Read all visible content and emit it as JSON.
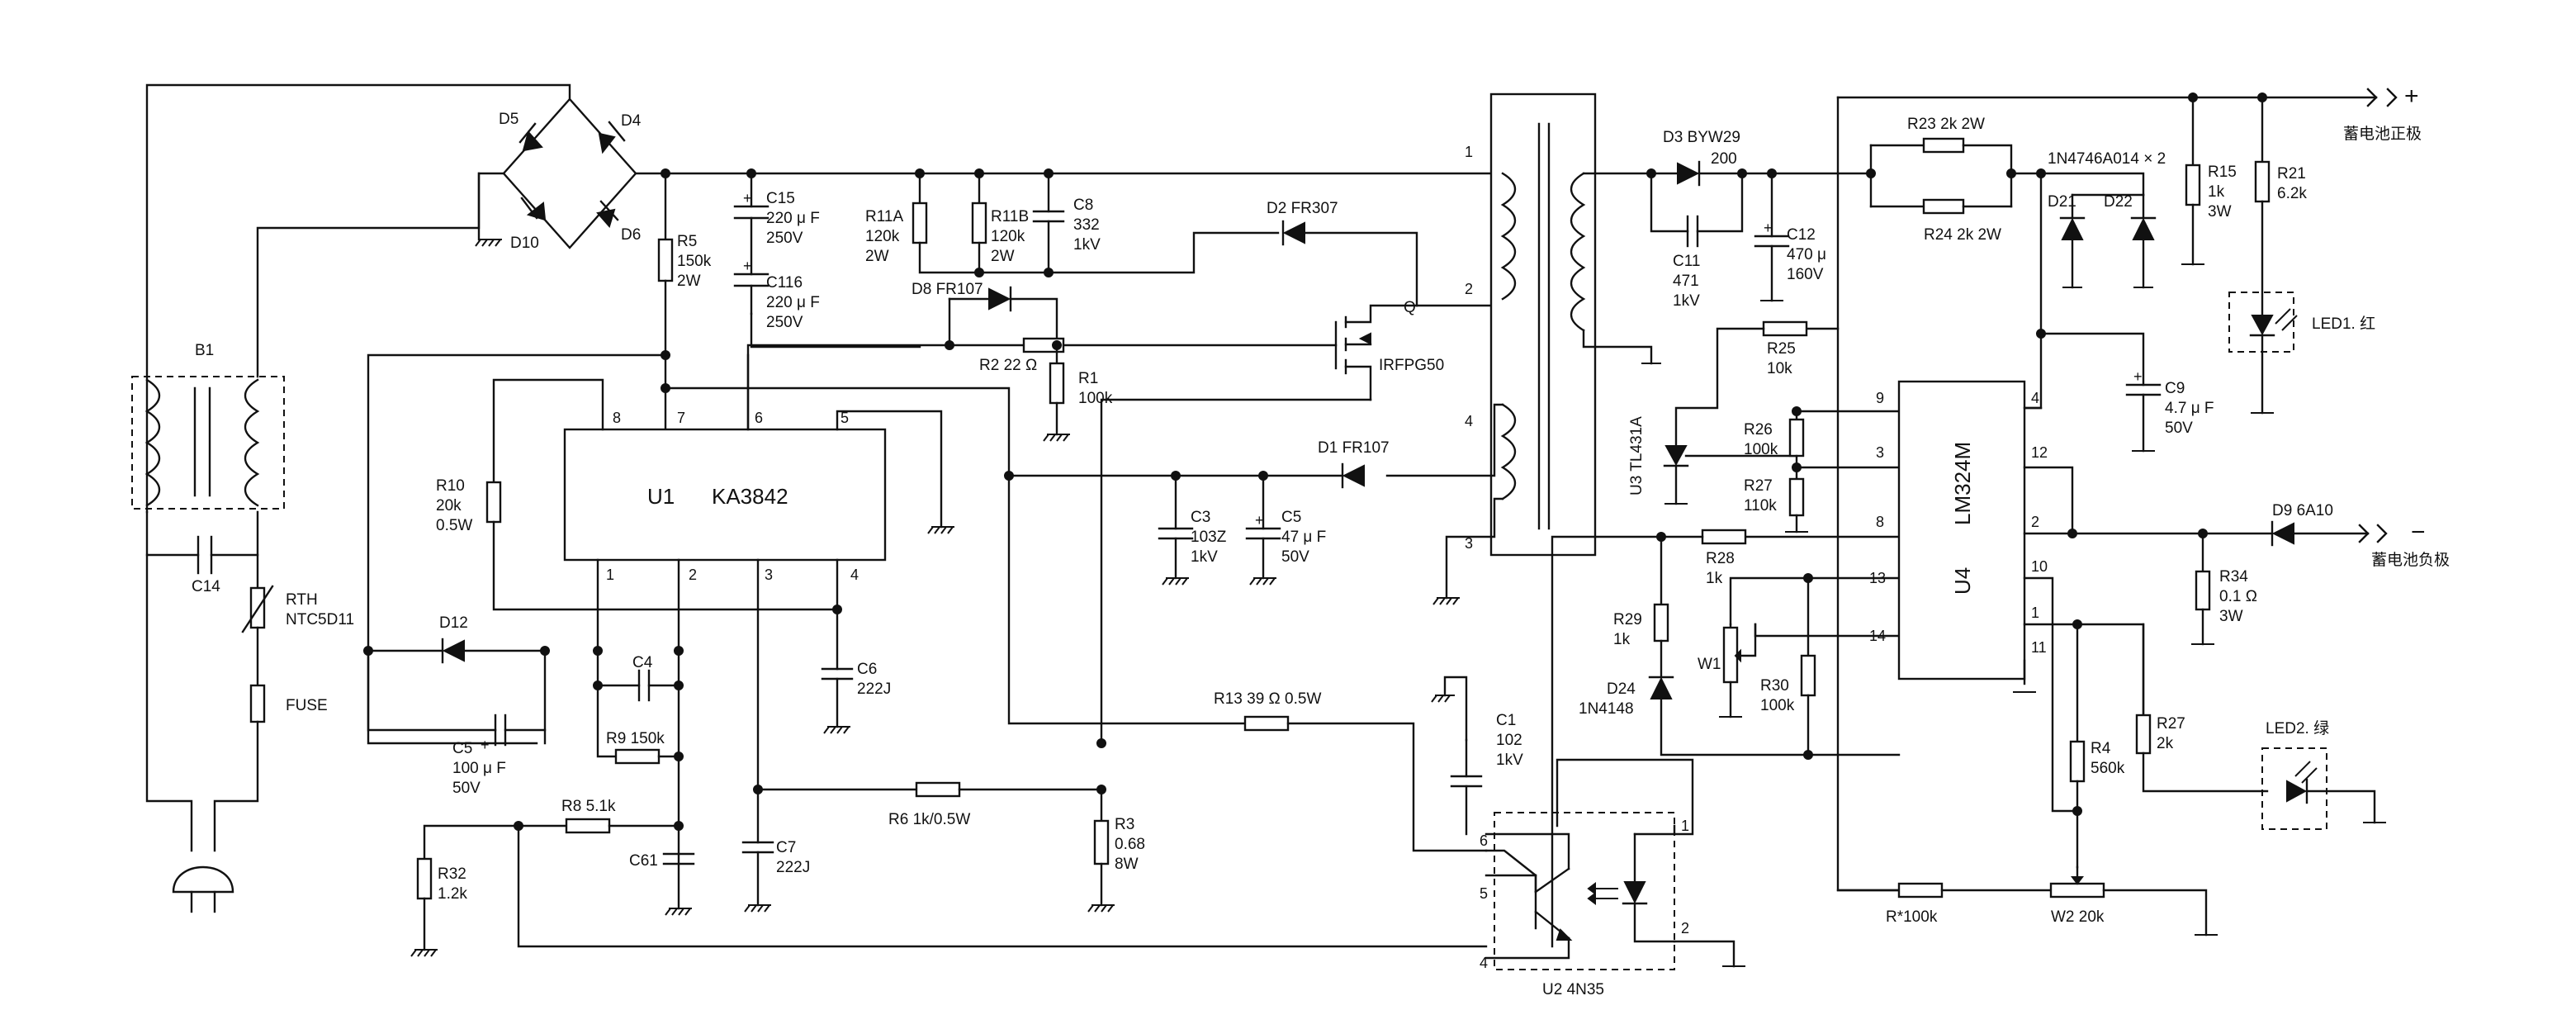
{
  "diagram": {
    "components": {
      "B1": "B1",
      "C14": "C14",
      "RTH": "RTH",
      "RTH_value": "NTC5D11",
      "FUSE": "FUSE",
      "D5": "D5",
      "D4": "D4",
      "D10": "D10",
      "D6": "D6",
      "R5": "R5",
      "R5_v1": "150k",
      "R5_v2": "2W",
      "C15": "C15",
      "C15_v1": "220 μ F",
      "C15_v2": "250V",
      "C116": "C116",
      "C116_v1": "220 μ F",
      "C116_v2": "250V",
      "R11A": "R11A",
      "R11A_v1": "120k",
      "R11A_v2": "2W",
      "R11B": "R11B",
      "R11B_v1": "120k",
      "R11B_v2": "2W",
      "C8": "C8",
      "C8_v1": "332",
      "C8_v2": "1kV",
      "D2": "D2  FR307",
      "D8": "D8  FR107",
      "R2": "R2  22 Ω",
      "R1": "R1",
      "R1_v": "100k",
      "Q": "Q",
      "Q_part": "IRFPG50",
      "D1": "D1  FR107",
      "C3": "C3",
      "C3_v1": "103Z",
      "C3_v2": "1kV",
      "C5b": "C5",
      "C5b_v1": "47 μ F",
      "C5b_v2": "50V",
      "U1": "U1",
      "U1_part": "KA3842",
      "R10": "R10",
      "R10_v1": "20k",
      "R10_v2": "0.5W",
      "D12": "D12",
      "C4": "C4",
      "C5a": "C5",
      "C5a_v1": "100 μ F",
      "C5a_v2": "50V",
      "R9": "R9  150k",
      "R8": "R8  5.1k",
      "C61": "C61",
      "R32": "R32",
      "R32_v": "1.2k",
      "C6": "C6",
      "C6_v": "222J",
      "C7": "C7",
      "C7_v": "222J",
      "R6": "R6  1k/0.5W",
      "R3": "R3",
      "R3_v1": "0.68",
      "R3_v2": "8W",
      "R13": "R13  39 Ω  0.5W",
      "C1": "C1",
      "C1_v1": "102",
      "C1_v2": "1kV",
      "U2": "U2  4N35",
      "D3": "D3  BYW29",
      "D3_v": "200",
      "C11": "C11",
      "C11_v1": "471",
      "C11_v2": "1kV",
      "C12": "C12",
      "C12_v1": "470 μ",
      "C12_v2": "160V",
      "R25": "R25",
      "R25_v": "10k",
      "U3": "U3  TL431A",
      "R26": "R26",
      "R26_v": "100k",
      "R27a": "R27",
      "R27a_v": "110k",
      "R28": "R28",
      "R28_v": "1k",
      "R29": "R29",
      "R29_v": "1k",
      "D24": "D24",
      "D24_v": "1N4148",
      "W1": "W1",
      "R30": "R30",
      "R30_v": "100k",
      "R23": "R23  2k  2W",
      "R24": "R24  2k  2W",
      "zener_note": "1N4746A014 × 2",
      "D21": "D21",
      "D22": "D22",
      "U4": "U4",
      "U4_part": "LM324M",
      "C9": "C9",
      "C9_v1": "4.7 μ F",
      "C9_v2": "50V",
      "R15": "R15",
      "R15_v1": "1k",
      "R15_v2": "3W",
      "R21": "R21",
      "R21_v": "6.2k",
      "LED1": "LED1. 红",
      "D9": "D9  6A10",
      "R34": "R34",
      "R34_v1": "0.1 Ω",
      "R34_v2": "3W",
      "R27b": "R27",
      "R27b_v": "2k",
      "LED2": "LED2. 绿",
      "R4": "R4",
      "R4_v": "560k",
      "Rstar": "R*100k",
      "W2": "W2  20k"
    },
    "terminals": {
      "battery_pos": "蓄电池正极",
      "battery_neg": "蓄电池负极",
      "plus_sign": "+",
      "minus_sign": "−"
    },
    "pins": {
      "u1_top": [
        "8",
        "7",
        "6",
        "5"
      ],
      "u1_bottom": [
        "1",
        "2",
        "3",
        "4"
      ],
      "transformer": [
        "1",
        "2",
        "4",
        "3"
      ],
      "u4_left": [
        "9",
        "3",
        "8",
        "13",
        "14"
      ],
      "u4_right": [
        "4",
        "12",
        "2",
        "10",
        "1",
        "11"
      ],
      "u2": [
        "6",
        "5",
        "4",
        "1",
        "2"
      ]
    }
  }
}
